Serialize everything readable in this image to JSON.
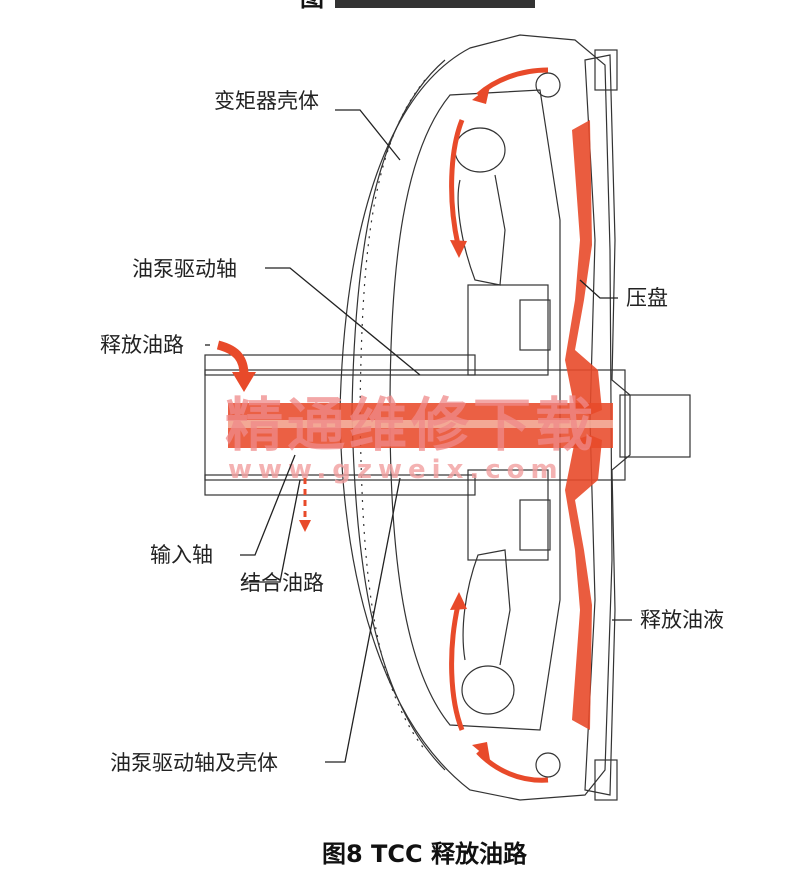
{
  "top_title_fragment": "图",
  "labels": {
    "housing": "变矩器壳体",
    "pump_drive_shaft": "油泵驱动轴",
    "release_path": "释放油路",
    "pressure_plate": "压盘",
    "input_shaft": "输入轴",
    "apply_path": "结合油路",
    "release_fluid": "释放油液",
    "pump_drive_shaft_housing": "油泵驱动轴及壳体"
  },
  "caption": "图8 TCC 释放油路",
  "watermark": {
    "cn": "精通维修下载",
    "url": "www.gzweix.com"
  },
  "colors": {
    "oil": "#e84a2a",
    "line": "#222222",
    "watermark": "#f08a8a"
  }
}
